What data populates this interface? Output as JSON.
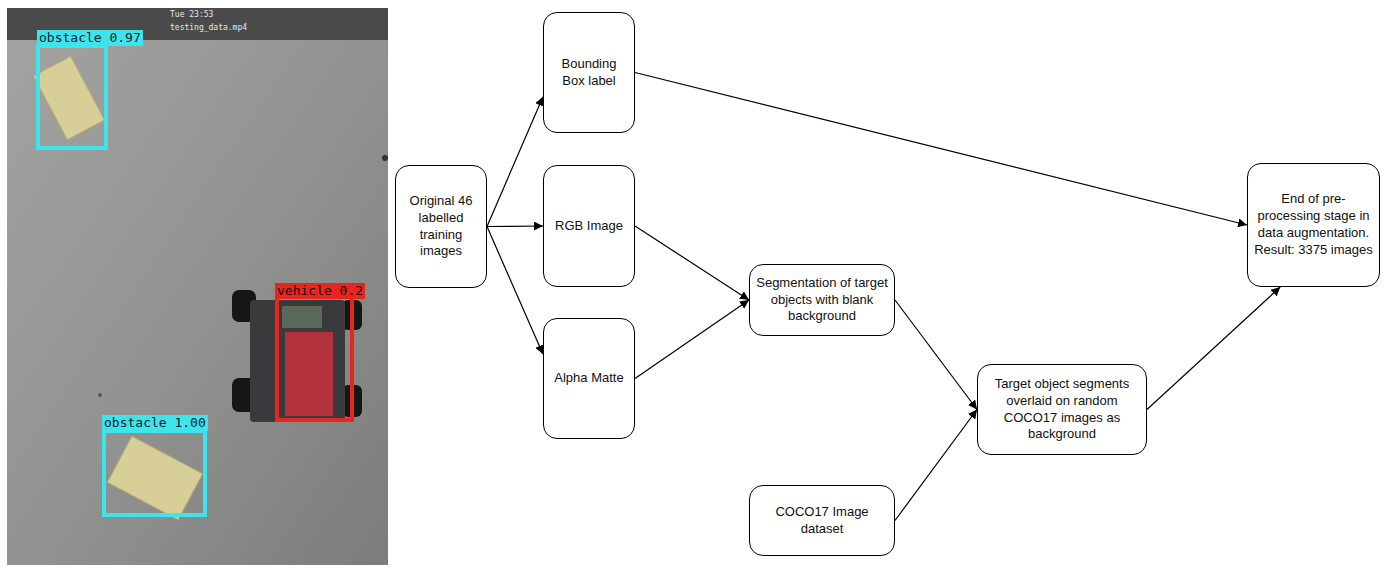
{
  "diagram": {
    "nodes": [
      {
        "text": [
          "Original 46 labelled training images"
        ]
      },
      {
        "text": [
          "Bounding Box label"
        ]
      },
      {
        "text": [
          "RGB Image"
        ]
      },
      {
        "text": [
          "Alpha Matte"
        ]
      },
      {
        "text": [
          "Segmentation of target objects with blank background"
        ]
      },
      {
        "text": [
          "Target object segments overlaid on random COCO17 images as background"
        ]
      },
      {
        "text": [
          "COCO17 Image dataset"
        ]
      },
      {
        "text": [
          "End of pre-processing stage in data augmentation. Result: 3375 images"
        ]
      }
    ],
    "edges": [
      {
        "from": 0,
        "to": 1,
        "arrow": "to"
      },
      {
        "from": 0,
        "to": 2,
        "arrow": "to"
      },
      {
        "from": 0,
        "to": 3,
        "arrow": "to"
      },
      {
        "from": 1,
        "to": 7,
        "arrow": "to"
      },
      {
        "from": 2,
        "to": 4,
        "arrow": "to"
      },
      {
        "from": 3,
        "to": 4,
        "arrow": "to"
      },
      {
        "from": 4,
        "to": 5,
        "arrow": "to"
      },
      {
        "from": 6,
        "to": 5,
        "arrow": "to"
      },
      {
        "from": 5,
        "to": 7,
        "arrow": "to"
      }
    ],
    "labels": [
      "Tue 23:53",
      "testing_data.mp4",
      "obstacle 0.97",
      "vehicle 0.2",
      "obstacle 1.00"
    ]
  }
}
